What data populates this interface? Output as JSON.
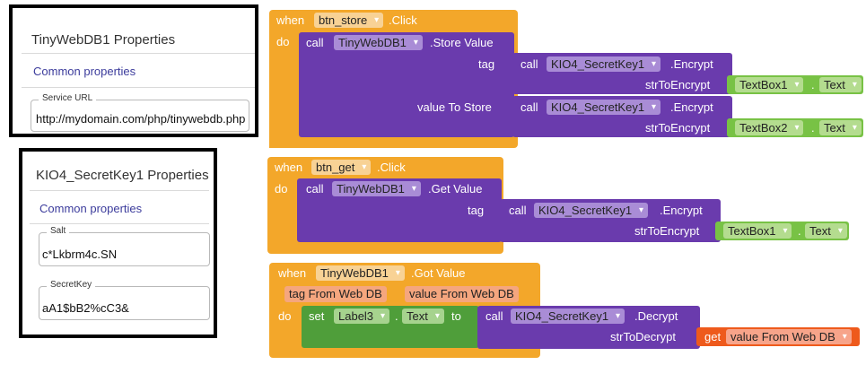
{
  "panel1": {
    "title": "TinyWebDB1 Properties",
    "section": "Common properties",
    "fields": [
      {
        "label": "Service URL",
        "value": "http://mydomain.com/php/tinywebdb.php"
      }
    ]
  },
  "panel2": {
    "title": "KIO4_SecretKey1 Properties",
    "section": "Common properties",
    "fields": [
      {
        "label": "Salt",
        "value": "c*Lkbrm4c.SN"
      },
      {
        "label": "SecretKey",
        "value": "aA1$bB2%cC3&"
      }
    ]
  },
  "block1": {
    "when": "when",
    "component": "btn_store",
    "event": ".Click",
    "do": "do",
    "call": "call",
    "db": "TinyWebDB1",
    "method": ".Store Value",
    "tag_label": "tag",
    "value_label": "value To Store",
    "enc_comp": "KIO4_SecretKey1",
    "enc_method": ".Encrypt",
    "str_label": "strToEncrypt",
    "tb1": "TextBox1",
    "tb2": "TextBox2",
    "dot": ".",
    "text": "Text"
  },
  "block2": {
    "when": "when",
    "component": "btn_get",
    "event": ".Click",
    "do": "do",
    "call": "call",
    "db": "TinyWebDB1",
    "method": ".Get Value",
    "tag_label": "tag",
    "enc_comp": "KIO4_SecretKey1",
    "enc_method": ".Encrypt",
    "str_label": "strToEncrypt",
    "tb1": "TextBox1",
    "dot": ".",
    "text": "Text"
  },
  "block3": {
    "when": "when",
    "component": "TinyWebDB1",
    "event": ".Got Value",
    "param1": "tag From Web DB",
    "param2": "value From Web DB",
    "do": "do",
    "set": "set",
    "label": "Label3",
    "dot": ".",
    "text": "Text",
    "to": "to",
    "call": "call",
    "dec_comp": "KIO4_SecretKey1",
    "dec_method": ".Decrypt",
    "str_label": "strToDecrypt",
    "get": "get",
    "get_value": "value From Web DB"
  },
  "colors": {
    "event": "#f3a72a",
    "component_call": "#6a3bad",
    "setter": "#4f9e3a",
    "text_getter": "#78c245",
    "variable": "#ee5a1c"
  },
  "icons": {
    "dropdown": "chevron-down-icon"
  }
}
